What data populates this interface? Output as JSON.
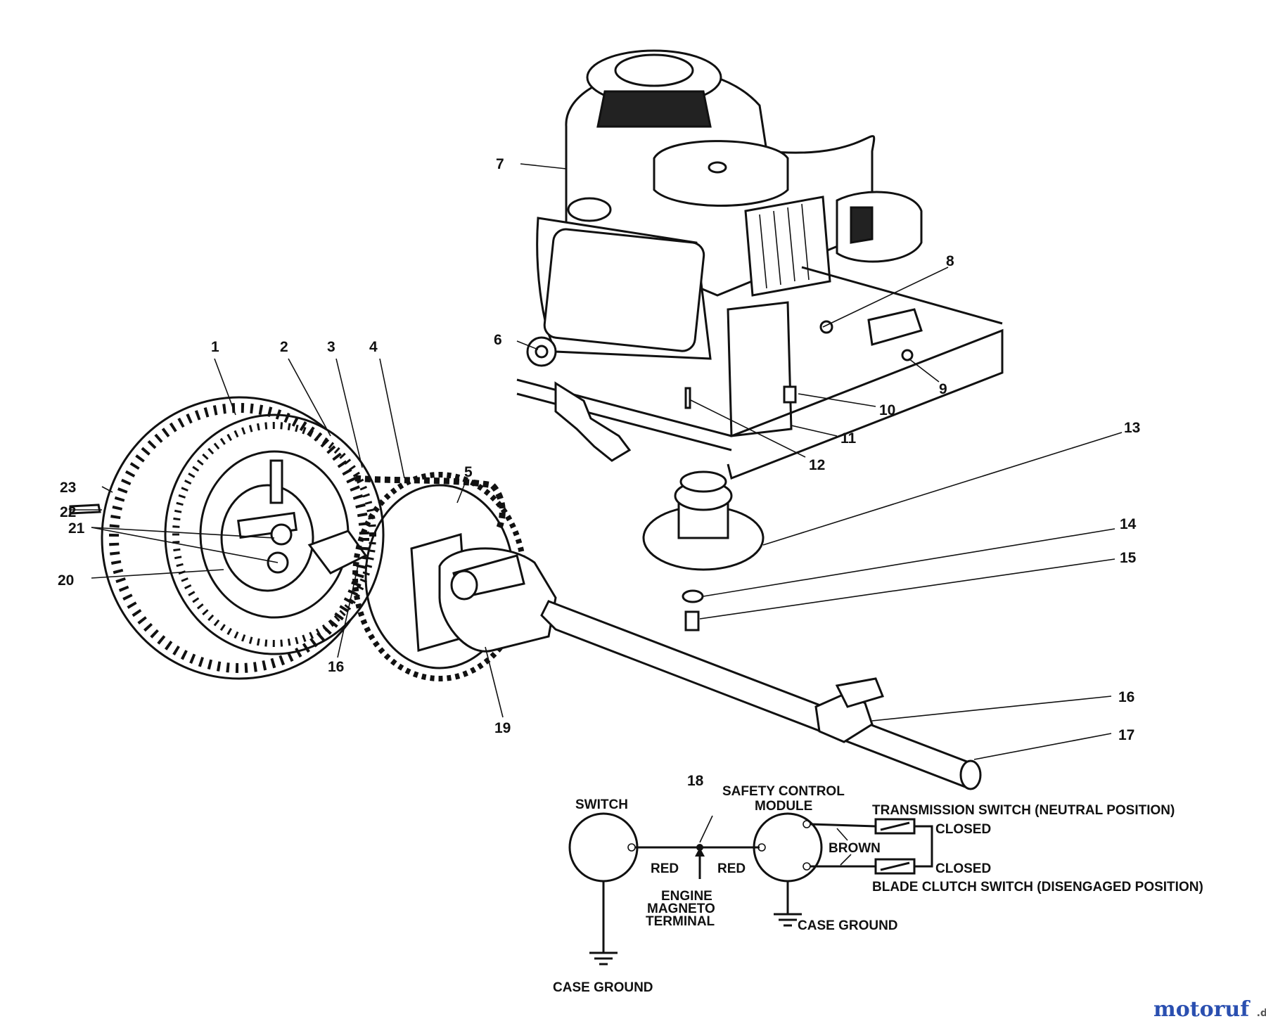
{
  "callouts": [
    "1",
    "2",
    "3",
    "4",
    "5",
    "6",
    "7",
    "8",
    "9",
    "10",
    "11",
    "12",
    "13",
    "14",
    "15",
    "16",
    "16",
    "17",
    "18",
    "19",
    "20",
    "21",
    "22",
    "23"
  ],
  "wiring": {
    "switch": "SWITCH",
    "module_line1": "SAFETY CONTROL",
    "module_line2": "MODULE",
    "red_left": "RED",
    "red_right": "RED",
    "brown": "BROWN",
    "engine_line1": "ENGINE",
    "engine_line2": "MAGNETO",
    "engine_line3": "TERMINAL",
    "case_ground_left": "CASE GROUND",
    "case_ground_right": "CASE GROUND",
    "transmission_switch": "TRANSMISSION SWITCH (NEUTRAL POSITION)",
    "blade_clutch_switch": "BLADE CLUTCH SWITCH (DISENGAGED POSITION)",
    "closed_top": "CLOSED",
    "closed_bottom": "CLOSED"
  },
  "watermark": {
    "main": "motoruf",
    "suffix": ".de",
    "colors": [
      "#2a4fb0",
      "#3a8a3a",
      "#c0392b",
      "#e08a1e"
    ]
  }
}
